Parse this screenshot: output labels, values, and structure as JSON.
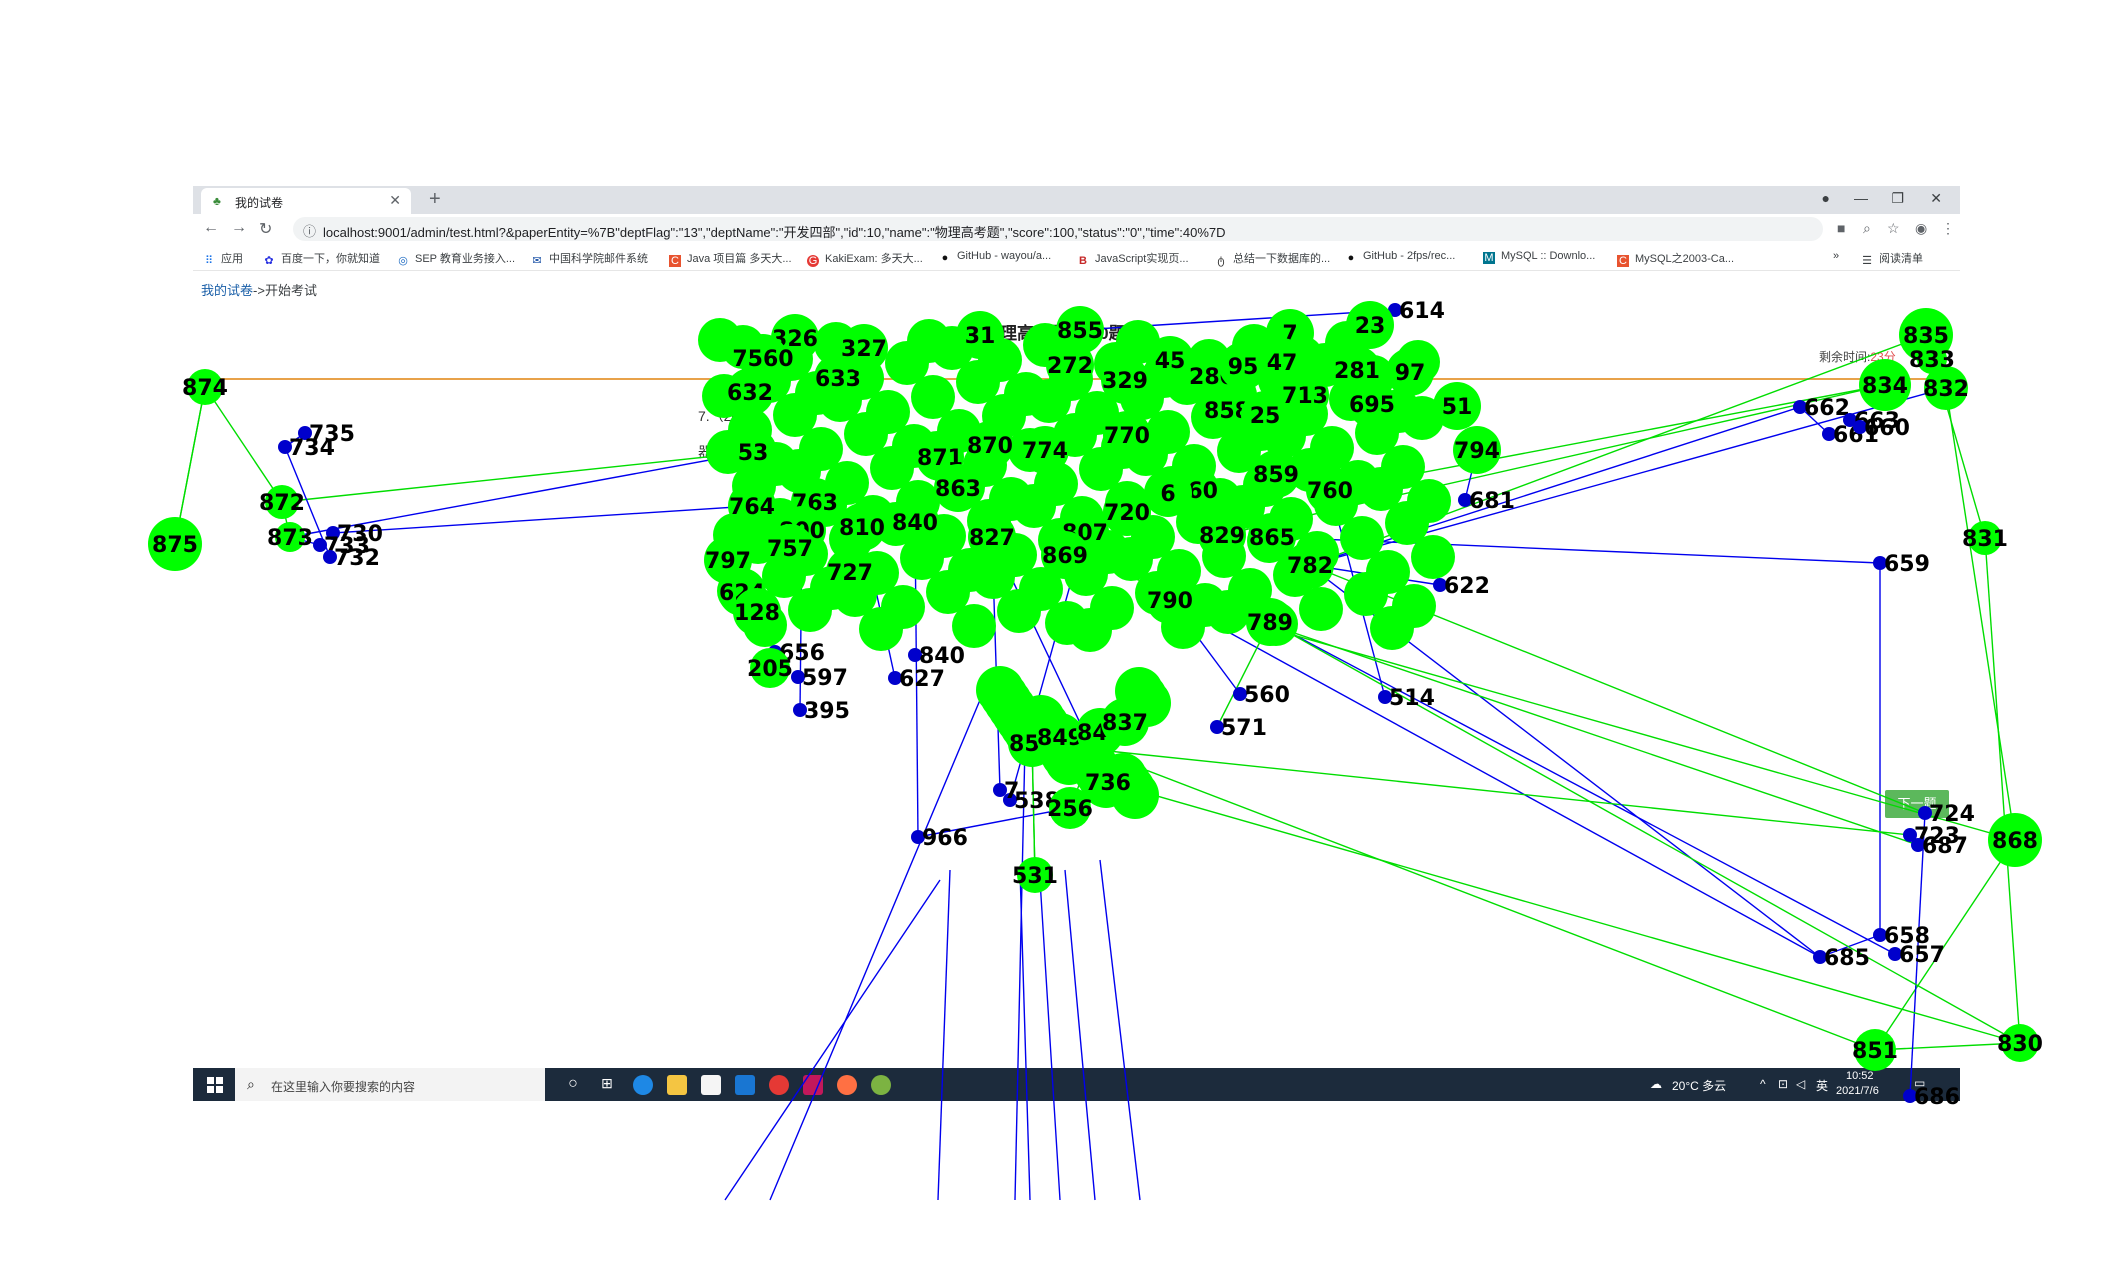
{
  "browser": {
    "tab_title": "我的试卷",
    "new_tab": "+",
    "url": "localhost:9001/admin/test.html?&paperEntity=%7B\"deptFlag\":\"13\",\"deptName\":\"开发四部\",\"id\":10,\"name\":\"物理高考题\",\"score\":100,\"status\":\"0\",\"time\":40%7D",
    "bookmarks": [
      "应用",
      "百度一下，你就知道",
      "SEP 教育业务接入...",
      "中国科学院邮件系统",
      "Java 项目篇 多天大...",
      "KakiExam: 多天大...",
      "GitHub - wayou/a...",
      "JavaScript实现页...",
      "总结一下数据库的...",
      "GitHub - 2fps/rec...",
      "MySQL :: Downlo...",
      "MySQL之2003-Ca..."
    ],
    "more": "»",
    "reading_list": "阅读清单"
  },
  "page": {
    "breadcrumb_link": "我的试卷",
    "breadcrumb_sep": "->",
    "breadcrumb_current": "开始考试",
    "exam_title": "物理高考题 共10题",
    "timer_label": "剩余时间:",
    "timer_value": "23分",
    "question_line1": "7.（202",
    "question_line2": "器、着   和上",
    "next_button": "下一题"
  },
  "taskbar": {
    "search_placeholder": "在这里输入你要搜索的内容",
    "weather": "20°C 多云",
    "ime": "英",
    "time": "10:52",
    "date": "2021/7/6"
  },
  "colors": {
    "node_big": "#00ff00",
    "node_small": "#0000cc",
    "edge_blue": "#0000ee",
    "edge_green": "#00dd00",
    "accent_line": "#e8a24a"
  },
  "graph": {
    "big_nodes": [
      "326",
      "7560",
      "633",
      "632",
      "327",
      "855",
      "31",
      "7",
      "23",
      "272",
      "45",
      "280",
      "95",
      "47",
      "281",
      "97",
      "858",
      "25",
      "713",
      "695",
      "51",
      "329",
      "870",
      "871",
      "774",
      "770",
      "863",
      "860",
      "859",
      "760",
      "794",
      "764",
      "763",
      "800",
      "810",
      "840",
      "827",
      "807",
      "720",
      "829",
      "865",
      "782",
      "797",
      "757",
      "727",
      "624",
      "128",
      "53",
      "869",
      "790",
      "789",
      "850",
      "849",
      "842",
      "837",
      "736",
      "256",
      "531",
      "205",
      "875",
      "874",
      "872",
      "873",
      "835",
      "834",
      "832",
      "831",
      "833",
      "868",
      "830",
      "851",
      "6"
    ],
    "small_nodes": [
      "735",
      "734",
      "730",
      "733",
      "732",
      "662",
      "663",
      "661",
      "660",
      "659",
      "514",
      "560",
      "571",
      "627",
      "656",
      "597",
      "395",
      "840",
      "966",
      "658",
      "657",
      "685",
      "724",
      "686",
      "723",
      "687",
      "681",
      "622",
      "614",
      "538",
      "7"
    ]
  }
}
